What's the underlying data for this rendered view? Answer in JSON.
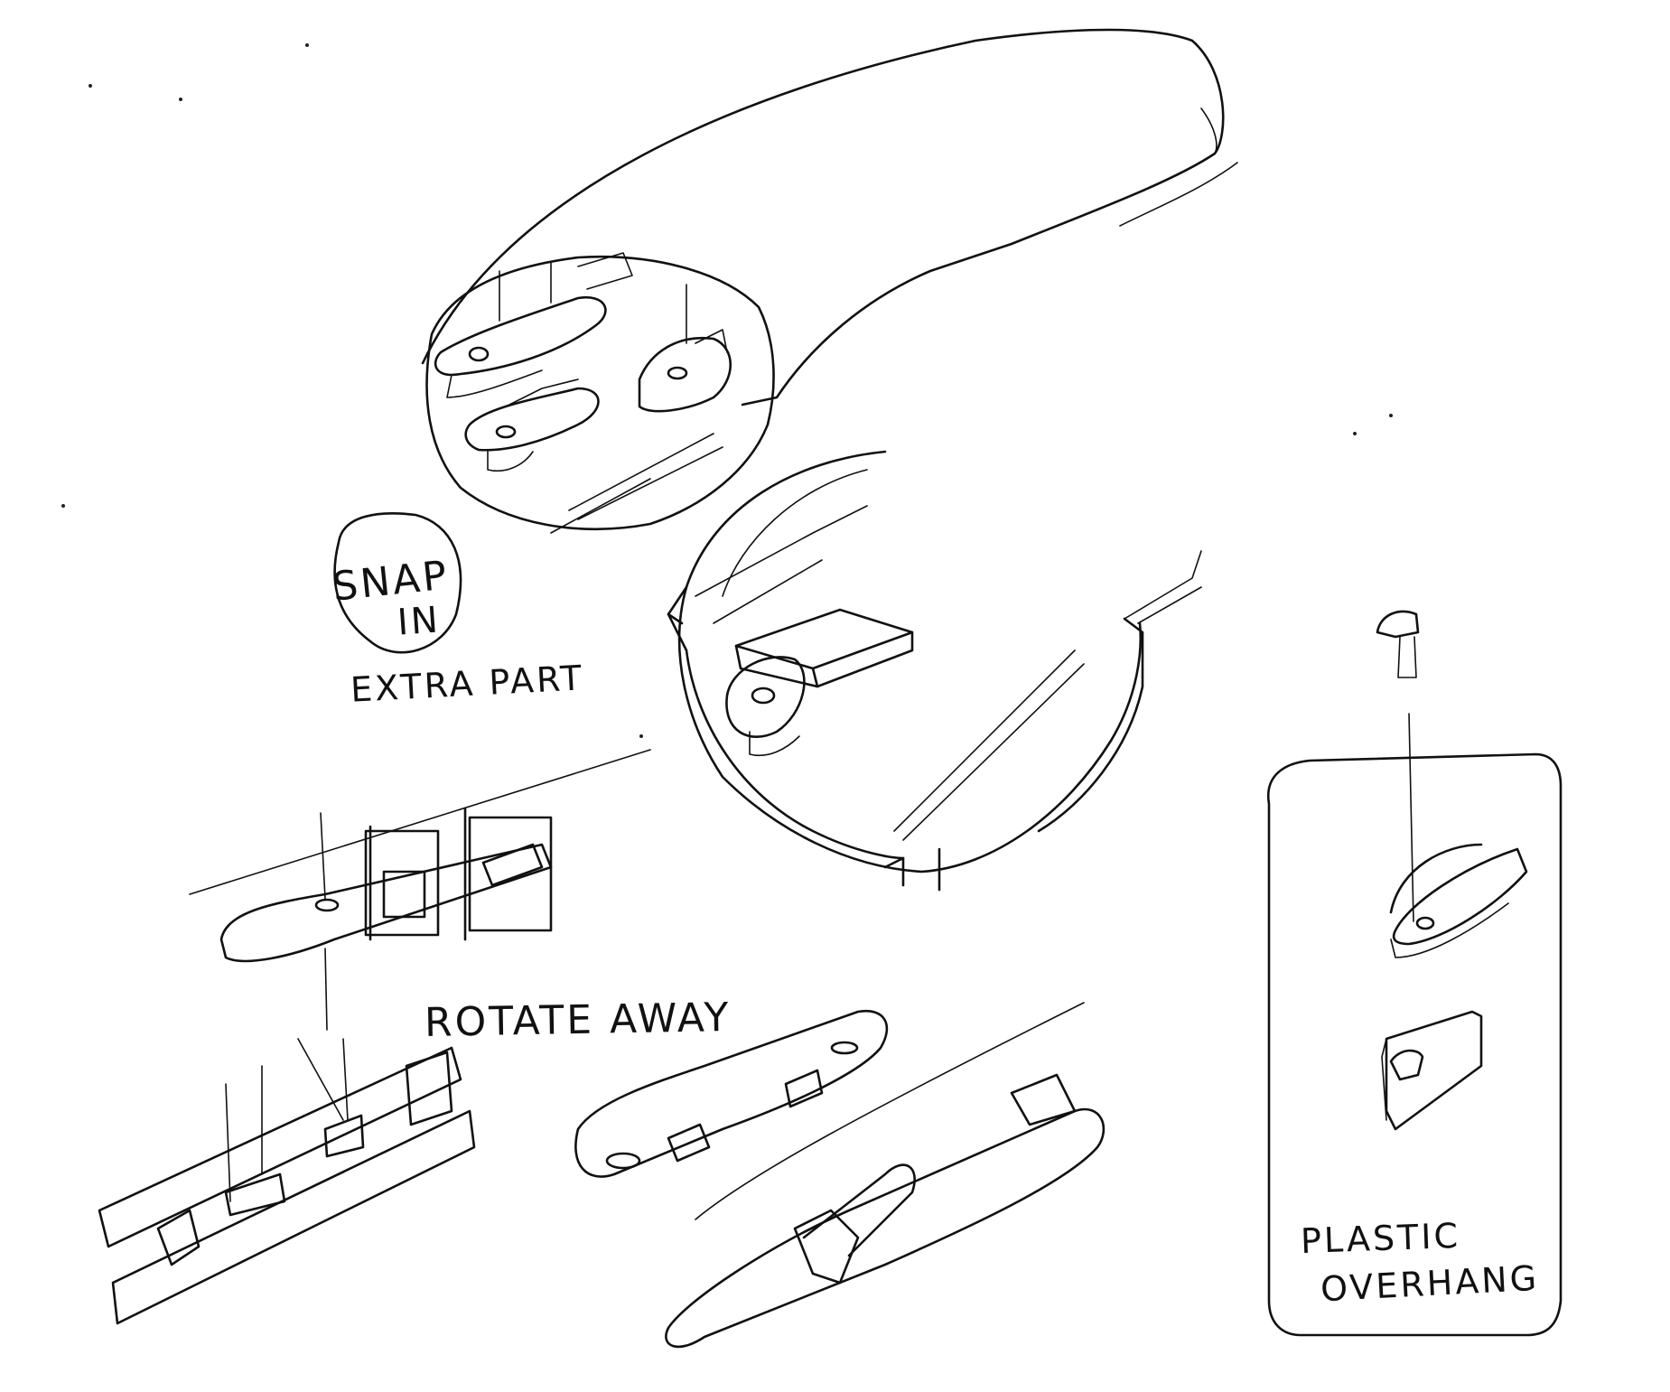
{
  "annotations": {
    "snap_in_line1": "SNAP",
    "snap_in_line2": "IN",
    "extra_part": "EXTRA PART",
    "rotate_away": "ROTATE AWAY",
    "plastic_overhang_line1": "PLASTIC",
    "plastic_overhang_line2": "OVERHANG"
  },
  "colors": {
    "ink": "#111111",
    "paper": "#ffffff"
  }
}
